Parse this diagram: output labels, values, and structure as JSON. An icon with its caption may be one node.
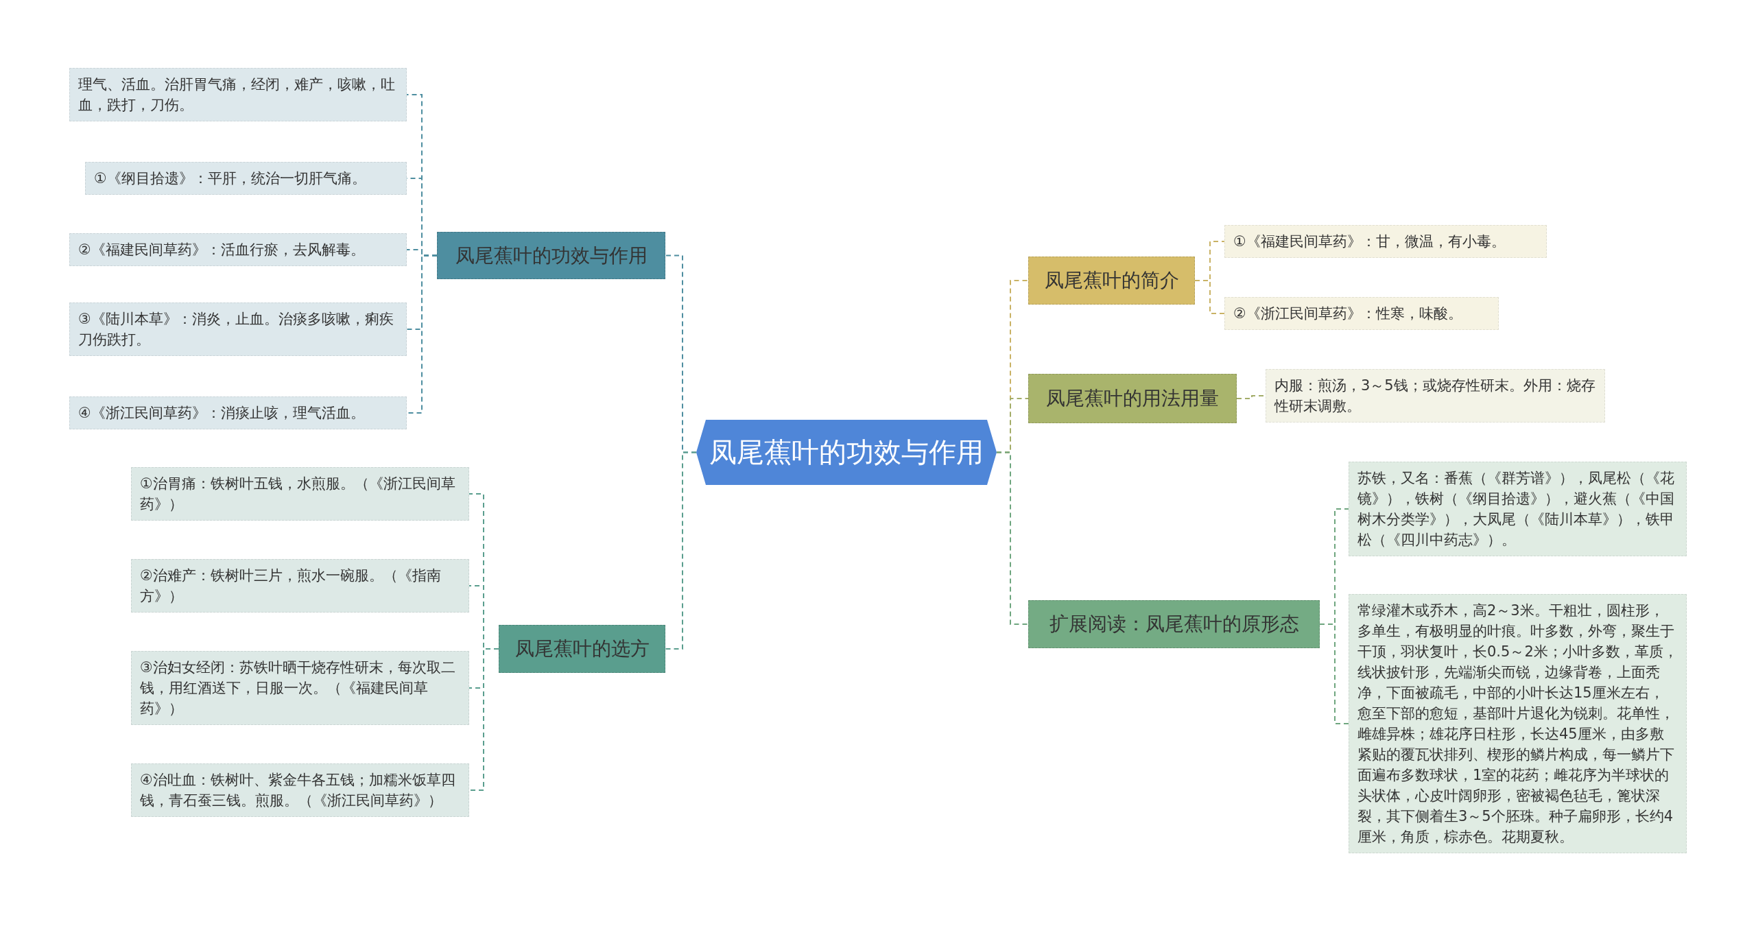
{
  "diagram": {
    "nodes": [
      {
        "text": [
          "凤尾蕉叶的功效与作用"
        ]
      },
      {
        "text": [
          "凤尾蕉叶的功效与作用"
        ]
      },
      {
        "text": [
          "理气、活血。治肝胃气痛，经闭，难产，咳嗽，吐血，跌打，刀伤。"
        ]
      },
      {
        "text": [
          "①《纲目拾遗》：平肝，统治一切肝气痛。"
        ]
      },
      {
        "text": [
          "②《福建民间草药》：活血行瘀，去风解毒。"
        ]
      },
      {
        "text": [
          "③《陆川本草》：消炎，止血。治痰多咳嗽，痢疾刀伤跌打。"
        ]
      },
      {
        "text": [
          "④《浙江民间草药》：消痰止咳，理气活血。"
        ]
      },
      {
        "text": [
          "凤尾蕉叶的选方"
        ]
      },
      {
        "text": [
          "①治胃痛：铁树叶五钱，水煎服。（《浙江民间草药》）"
        ]
      },
      {
        "text": [
          "②治难产：铁树叶三片，煎水一碗服。（《指南方》）"
        ]
      },
      {
        "text": [
          "③治妇女经闭：苏铁叶晒干烧存性研末，每次取二钱，用红酒送下，日服一次。（《福建民间草药》）"
        ]
      },
      {
        "text": [
          "④治吐血：铁树叶、紫金牛各五钱；加糯米饭草四钱，青石蚕三钱。煎服。（《浙江民间草药》）"
        ]
      },
      {
        "text": [
          "凤尾蕉叶的简介"
        ]
      },
      {
        "text": [
          "①《福建民间草药》：甘，微温，有小毒。"
        ]
      },
      {
        "text": [
          "②《浙江民间草药》：性寒，味酸。"
        ]
      },
      {
        "text": [
          "凤尾蕉叶的用法用量"
        ]
      },
      {
        "text": [
          "内服：煎汤，3～5钱；或烧存性研末。外用：烧存性研末调敷。"
        ]
      },
      {
        "text": [
          "扩展阅读：凤尾蕉叶的原形态"
        ]
      },
      {
        "text": [
          "苏铁，又名：番蕉（《群芳谱》），凤尾松（《花镜》），铁树（《纲目拾遗》），避火蕉（《中国树木分类学》），大凤尾（《陆川本草》），铁甲松（《四川中药志》）。"
        ]
      },
      {
        "text": [
          "常绿灌木或乔木，高2～3米。干粗壮，圆柱形，多单生，有极明显的叶痕。叶多数，外弯，聚生于干顶，羽状复叶，长0.5～2米；小叶多数，革质，线状披针形，先端渐尖而锐，边缘背卷，上面秃净，下面被疏毛，中部的小叶长达15厘米左右，愈至下部的愈短，基部叶片退化为锐刺。花单性，雌雄异株；雄花序日柱形，长达45厘米，由多敷紧贴的覆瓦状排列、楔形的鳞片构成，每一鳞片下面遍布多数球状，1室的花药；雌花序为半球状的头状体，心皮叶阔卵形，密被褐色毡毛，篦状深裂，其下侧着生3～5个胚珠。种子扁卵形，长约4厘米，角质，棕赤色。花期夏秋。"
        ]
      }
    ],
    "edges": [
      {
        "from": 0,
        "to": 1,
        "arrow": "none",
        "style": "dashed",
        "color": "#4e8ea0"
      },
      {
        "from": 1,
        "to": 2,
        "arrow": "none",
        "style": "dashed",
        "color": "#4e8ea0"
      },
      {
        "from": 1,
        "to": 3,
        "arrow": "none",
        "style": "dashed",
        "color": "#4e8ea0"
      },
      {
        "from": 1,
        "to": 4,
        "arrow": "none",
        "style": "dashed",
        "color": "#4e8ea0"
      },
      {
        "from": 1,
        "to": 5,
        "arrow": "none",
        "style": "dashed",
        "color": "#4e8ea0"
      },
      {
        "from": 1,
        "to": 6,
        "arrow": "none",
        "style": "dashed",
        "color": "#4e8ea0"
      },
      {
        "from": 0,
        "to": 7,
        "arrow": "none",
        "style": "dashed",
        "color": "#5a9e8e"
      },
      {
        "from": 7,
        "to": 8,
        "arrow": "none",
        "style": "dashed",
        "color": "#5a9e8e"
      },
      {
        "from": 7,
        "to": 9,
        "arrow": "none",
        "style": "dashed",
        "color": "#5a9e8e"
      },
      {
        "from": 7,
        "to": 10,
        "arrow": "none",
        "style": "dashed",
        "color": "#5a9e8e"
      },
      {
        "from": 7,
        "to": 11,
        "arrow": "none",
        "style": "dashed",
        "color": "#5a9e8e"
      },
      {
        "from": 0,
        "to": 12,
        "arrow": "none",
        "style": "dashed",
        "color": "#c9b265"
      },
      {
        "from": 12,
        "to": 13,
        "arrow": "none",
        "style": "dashed",
        "color": "#c9b265"
      },
      {
        "from": 12,
        "to": 14,
        "arrow": "none",
        "style": "dashed",
        "color": "#c9b265"
      },
      {
        "from": 0,
        "to": 15,
        "arrow": "none",
        "style": "dashed",
        "color": "#a3ad6a"
      },
      {
        "from": 15,
        "to": 16,
        "arrow": "none",
        "style": "dashed",
        "color": "#a3ad6a"
      },
      {
        "from": 0,
        "to": 17,
        "arrow": "none",
        "style": "dashed",
        "color": "#6fa67f"
      },
      {
        "from": 17,
        "to": 18,
        "arrow": "none",
        "style": "dashed",
        "color": "#6fa67f"
      },
      {
        "from": 17,
        "to": 19,
        "arrow": "none",
        "style": "dashed",
        "color": "#6fa67f"
      }
    ]
  }
}
